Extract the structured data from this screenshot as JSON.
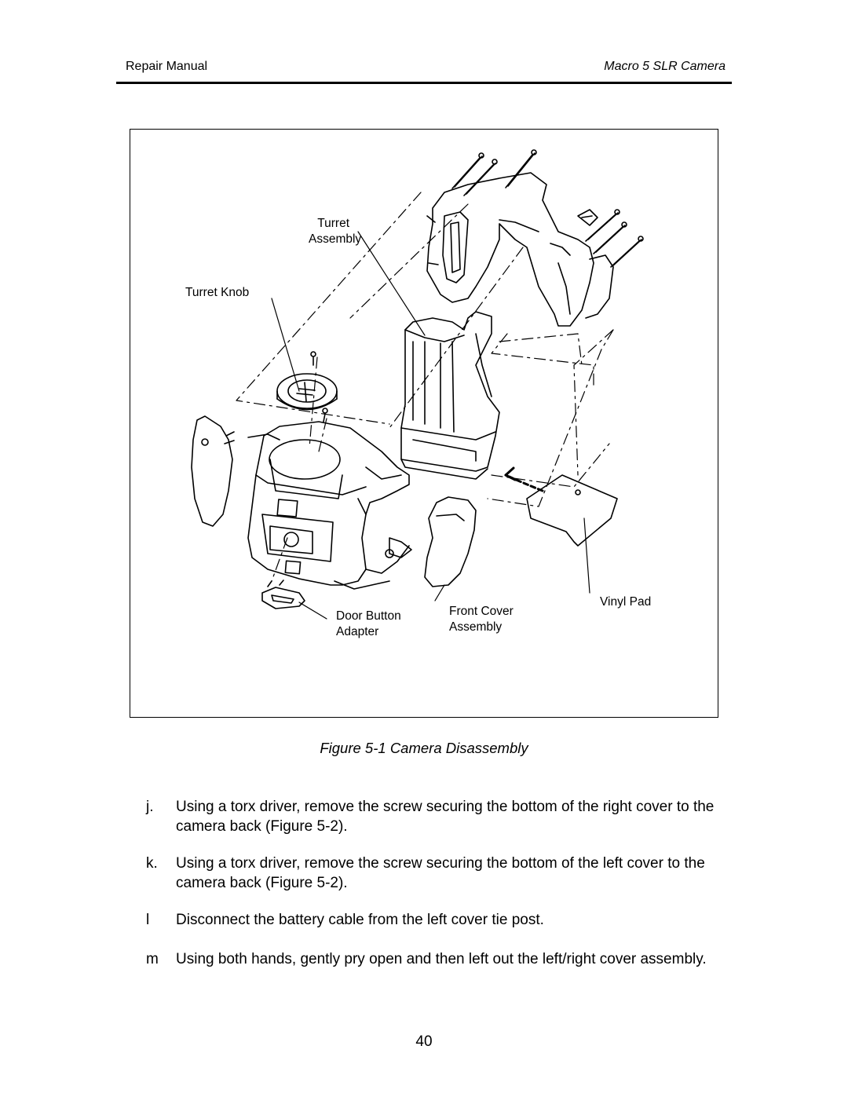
{
  "header": {
    "left": "Repair Manual",
    "right": "Macro 5 SLR Camera"
  },
  "figure": {
    "callouts": {
      "turret_assembly": "Turret\nAssembly",
      "turret_knob": "Turret Knob",
      "door_button_adapter": "Door Button\nAdapter",
      "front_cover_assembly": "Front Cover\nAssembly",
      "vinyl_pad": "Vinyl Pad"
    },
    "caption": "Figure 5-1  Camera Disassembly"
  },
  "steps": [
    {
      "marker": "j.",
      "text": "Using a torx driver, remove the screw securing the bottom of the right cover to the camera back (Figure 5-2)."
    },
    {
      "marker": "k.",
      "text": "Using a torx driver, remove the screw securing the bottom of the left cover to the camera back (Figure 5-2)."
    },
    {
      "marker": "l",
      "text": "Disconnect the battery cable from the left cover tie post."
    },
    {
      "marker": "m",
      "text": "Using both hands, gently pry open and then left out the left/right cover assembly."
    }
  ],
  "page_number": "40"
}
